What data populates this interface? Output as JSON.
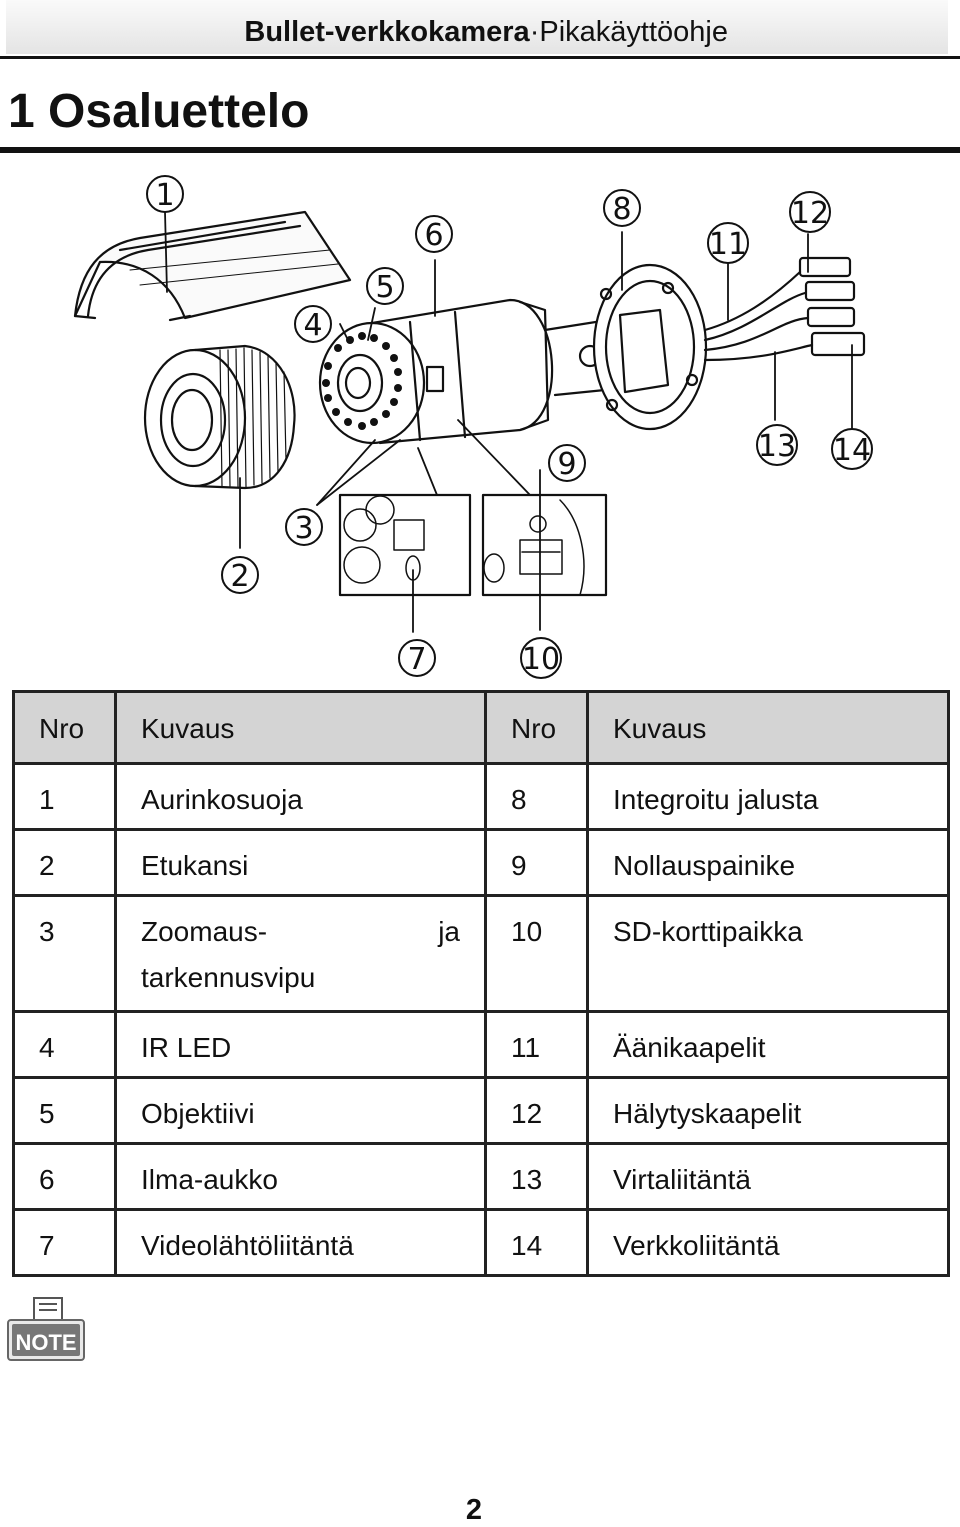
{
  "header": {
    "title_bold": "Bullet-verkkokamera",
    "separator": "·",
    "title_regular": "Pikakäyttöohje"
  },
  "section_title": "1 Osaluettelo",
  "figure": {
    "callouts": [
      "1",
      "2",
      "3",
      "4",
      "5",
      "6",
      "7",
      "8",
      "9",
      "10",
      "11",
      "12",
      "13",
      "14"
    ]
  },
  "table": {
    "headers": {
      "no_left": "Nro",
      "desc_left": "Kuvaus",
      "no_right": "Nro",
      "desc_right": "Kuvaus"
    },
    "rows": [
      {
        "no1": "1",
        "desc1": "Aurinkosuoja",
        "no2": "8",
        "desc2": "Integroitu jalusta"
      },
      {
        "no1": "2",
        "desc1": "Etukansi",
        "no2": "9",
        "desc2": "Nollauspainike"
      },
      {
        "no1": "3",
        "desc1a": "Zoomaus-",
        "desc1b": "ja",
        "desc1c": "tarkennusvipu",
        "no2": "10",
        "desc2": "SD-korttipaikka"
      },
      {
        "no1": "4",
        "desc1": "IR LED",
        "no2": "11",
        "desc2": "Äänikaapelit"
      },
      {
        "no1": "5",
        "desc1": "Objektiivi",
        "no2": "12",
        "desc2": "Hälytyskaapelit"
      },
      {
        "no1": "6",
        "desc1": "Ilma-aukko",
        "no2": "13",
        "desc2": "Virtaliitäntä"
      },
      {
        "no1": "7",
        "desc1": "Videolähtöliitäntä",
        "no2": "14",
        "desc2": "Verkkoliitäntä"
      }
    ]
  },
  "note_icon": {
    "label": "NOTE",
    "icon": "note-icon"
  },
  "page_number": "2"
}
